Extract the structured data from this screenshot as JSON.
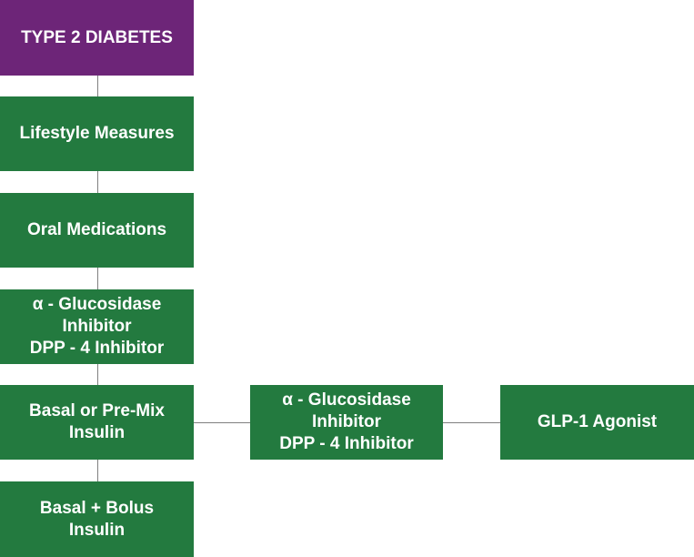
{
  "colors": {
    "root": "#6d2578",
    "step": "#237a3f",
    "connector": "#7f7f7f",
    "text": "#ffffff"
  },
  "nodes": {
    "root": "TYPE 2 DIABETES",
    "lifestyle": "Lifestyle Measures",
    "oral": "Oral Medications",
    "glucosidase_1": "α - Glucosidase\nInhibitor\nDPP - 4 Inhibitor",
    "basal_premix": "Basal or Pre-Mix\nInsulin",
    "glucosidase_2": "α - Glucosidase\nInhibitor\nDPP - 4 Inhibitor",
    "glp1": "GLP-1 Agonist",
    "basal_bolus": "Basal + Bolus\nInsulin"
  }
}
